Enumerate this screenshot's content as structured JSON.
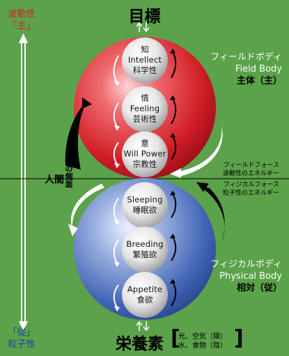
{
  "header": {
    "goal": "目標"
  },
  "footer": {
    "nutrition": "栄養素",
    "nutrition_line1": "光、空気（陽）",
    "nutrition_line2": "水、食物（陰）"
  },
  "left_axis": {
    "top_line1": "波動性",
    "top_line2": "「主」",
    "bottom_line1": "「従」",
    "bottom_line2": "粒子性"
  },
  "field_body": {
    "label_jp": "フィールドボディ",
    "label_en": "Field Body",
    "role": "主体（主）"
  },
  "physical_body": {
    "label_jp": "フィジカルボディ",
    "label_en": "Physical Body",
    "role": "相対（従）"
  },
  "forces": {
    "field_line1": "フィールドフォース",
    "field_line2": "波動性のエネルギー",
    "physical_line1": "フィジカルフォース",
    "physical_line2": "粒子性のエネルギー"
  },
  "middle": {
    "human": "人間",
    "two_sides": "2つの側面"
  },
  "upper_nodes": [
    {
      "kanji": "知",
      "en": "Intellect",
      "jp": "科学性"
    },
    {
      "kanji": "情",
      "en": "Feeling",
      "jp": "芸術性"
    },
    {
      "kanji": "意",
      "en": "Will Power",
      "jp": "宗教性"
    }
  ],
  "lower_nodes": [
    {
      "en": "Sleeping",
      "jp": "睡眠欲"
    },
    {
      "en": "Breeding",
      "jp": "繁殖欲"
    },
    {
      "en": "Appetite",
      "jp": "食欲"
    }
  ],
  "colors": {
    "background": "#5ba24a",
    "field_sphere": "#d8202a",
    "physical_sphere": "#3d63b4",
    "wave_text": "#d42020",
    "particle_text": "#1d3ea8"
  }
}
